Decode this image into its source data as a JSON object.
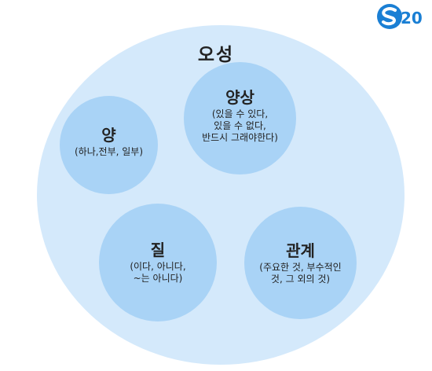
{
  "logo": {
    "text": "S20",
    "brand_color": "#1a7fd4"
  },
  "diagram": {
    "title": "오성",
    "circles": [
      {
        "name": "양",
        "desc_lines": [
          "(하나,전부, 일부)"
        ]
      },
      {
        "name": "양상",
        "desc_lines": [
          "(있을 수 있다,",
          "있을 수 없다,",
          "반드시 그래야한다)"
        ]
      },
      {
        "name": "질",
        "desc_lines": [
          "(이다, 아니다,",
          "~는 아니다)"
        ]
      },
      {
        "name": "관계",
        "desc_lines": [
          "(주요한 것, 부수적인",
          "것,  그 외의 것)"
        ]
      }
    ]
  },
  "colors": {
    "outer": "#d4e9fb",
    "inner": "#a9d3f6"
  }
}
